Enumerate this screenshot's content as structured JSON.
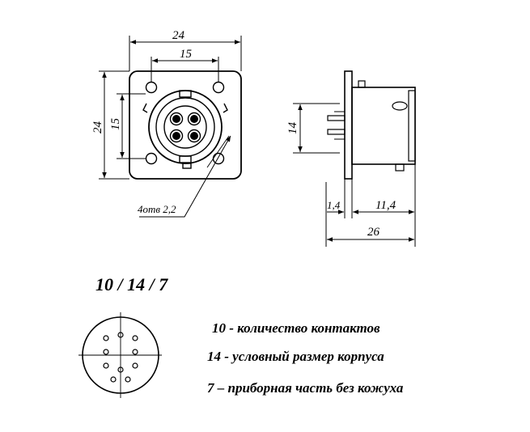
{
  "front_view": {
    "dim_outer_width": "24",
    "dim_inner_width": "15",
    "dim_outer_height": "24",
    "dim_inner_height": "15",
    "holes_callout": "4отв 2,2"
  },
  "side_view": {
    "dim_height": "14",
    "dim_flange": "1,4",
    "dim_body": "11,4",
    "dim_total": "26"
  },
  "designation": {
    "code": "10 / 14 / 7",
    "legend": [
      "10 - количество контактов",
      "14 - условный размер корпуса",
      "7 – приборная часть без кожуха"
    ]
  },
  "colors": {
    "ink": "#000000",
    "background": "#ffffff"
  }
}
